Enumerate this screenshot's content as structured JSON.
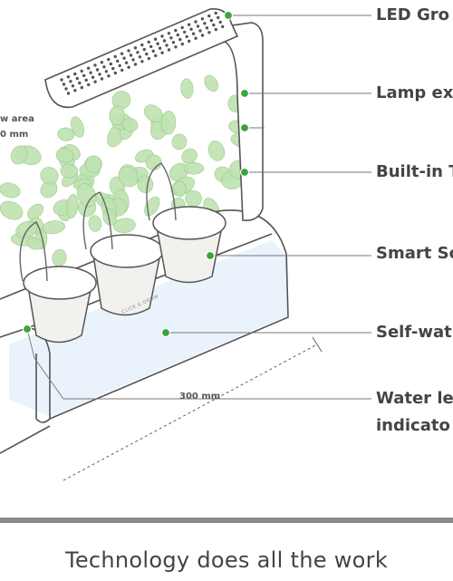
{
  "colors": {
    "marker": "#3aa53a",
    "leaf": "#bfe3b2",
    "leaf_stroke": "#9fcf90",
    "line": "#555555",
    "water": "#e6f1fa",
    "footer_rule": "#8a8a8a"
  },
  "callouts": [
    {
      "label": "LED Gro"
    },
    {
      "label": "Lamp ex"
    },
    {
      "label": "Built-in T"
    },
    {
      "label": "Smart Sc"
    },
    {
      "label": "Self-wat"
    },
    {
      "label": "Water le"
    },
    {
      "label": "indicato"
    }
  ],
  "dimensions": {
    "grow_area_line1": "w area",
    "grow_area_line2": "0 mm",
    "length": "300 mm"
  },
  "brand_text": "CLICK & GROW",
  "footer": {
    "tagline": "Technology does all the work"
  }
}
